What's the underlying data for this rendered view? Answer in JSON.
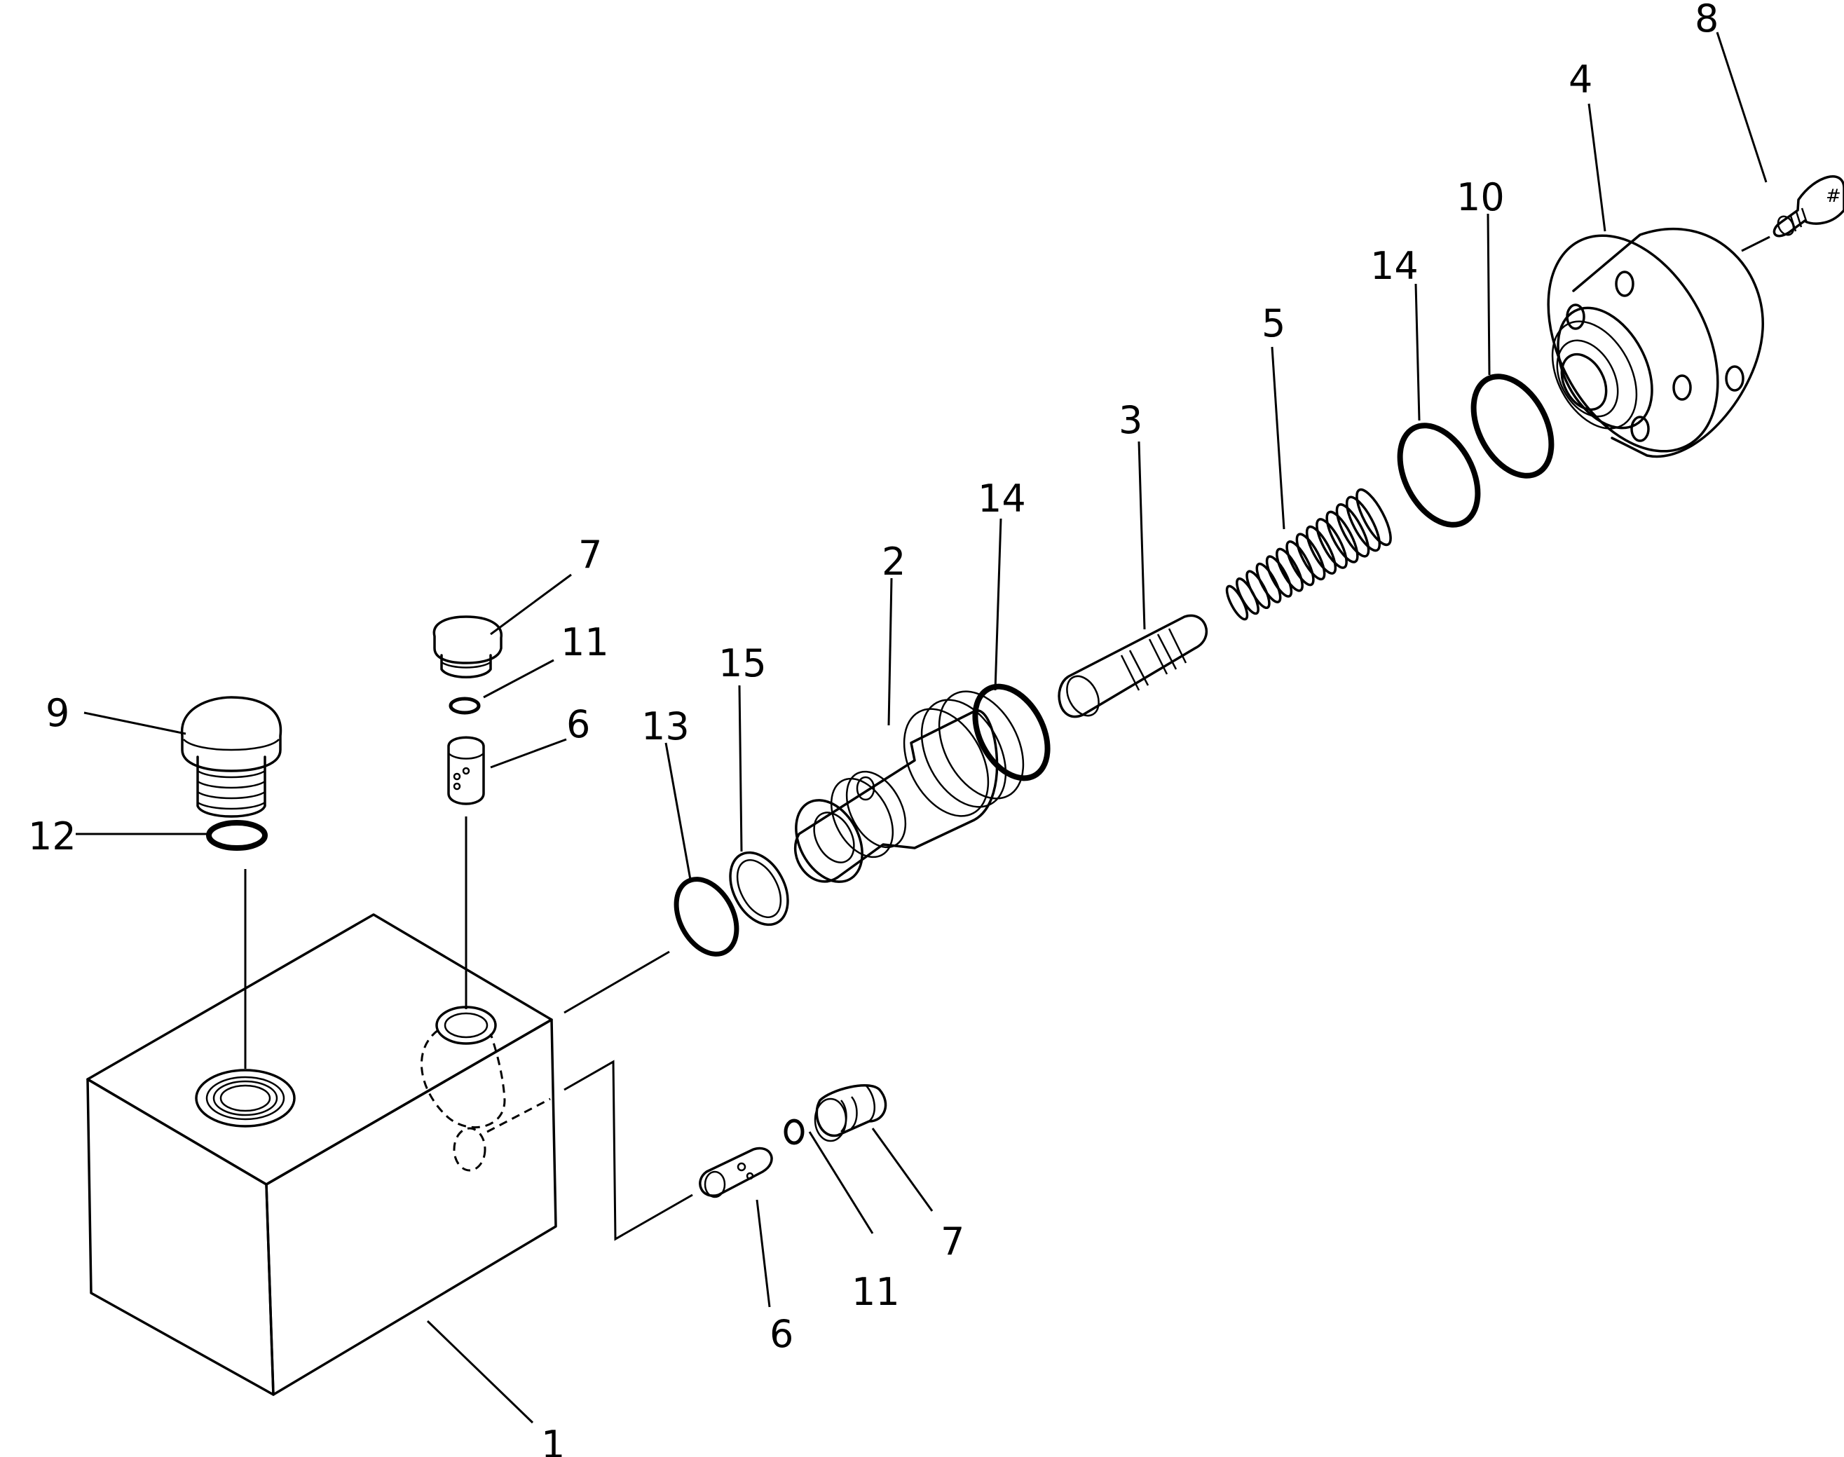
{
  "callouts": {
    "c1": "1",
    "c2": "2",
    "c3": "3",
    "c4": "4",
    "c5": "5",
    "c6_top": "6",
    "c6_bottom": "6",
    "c7_top": "7",
    "c7_bottom": "7",
    "c8": "8",
    "c9": "9",
    "c10": "10",
    "c11_top": "11",
    "c11_bottom": "11",
    "c12": "12",
    "c13": "13",
    "c14_center": "14",
    "c14_right": "14",
    "c15": "15"
  }
}
